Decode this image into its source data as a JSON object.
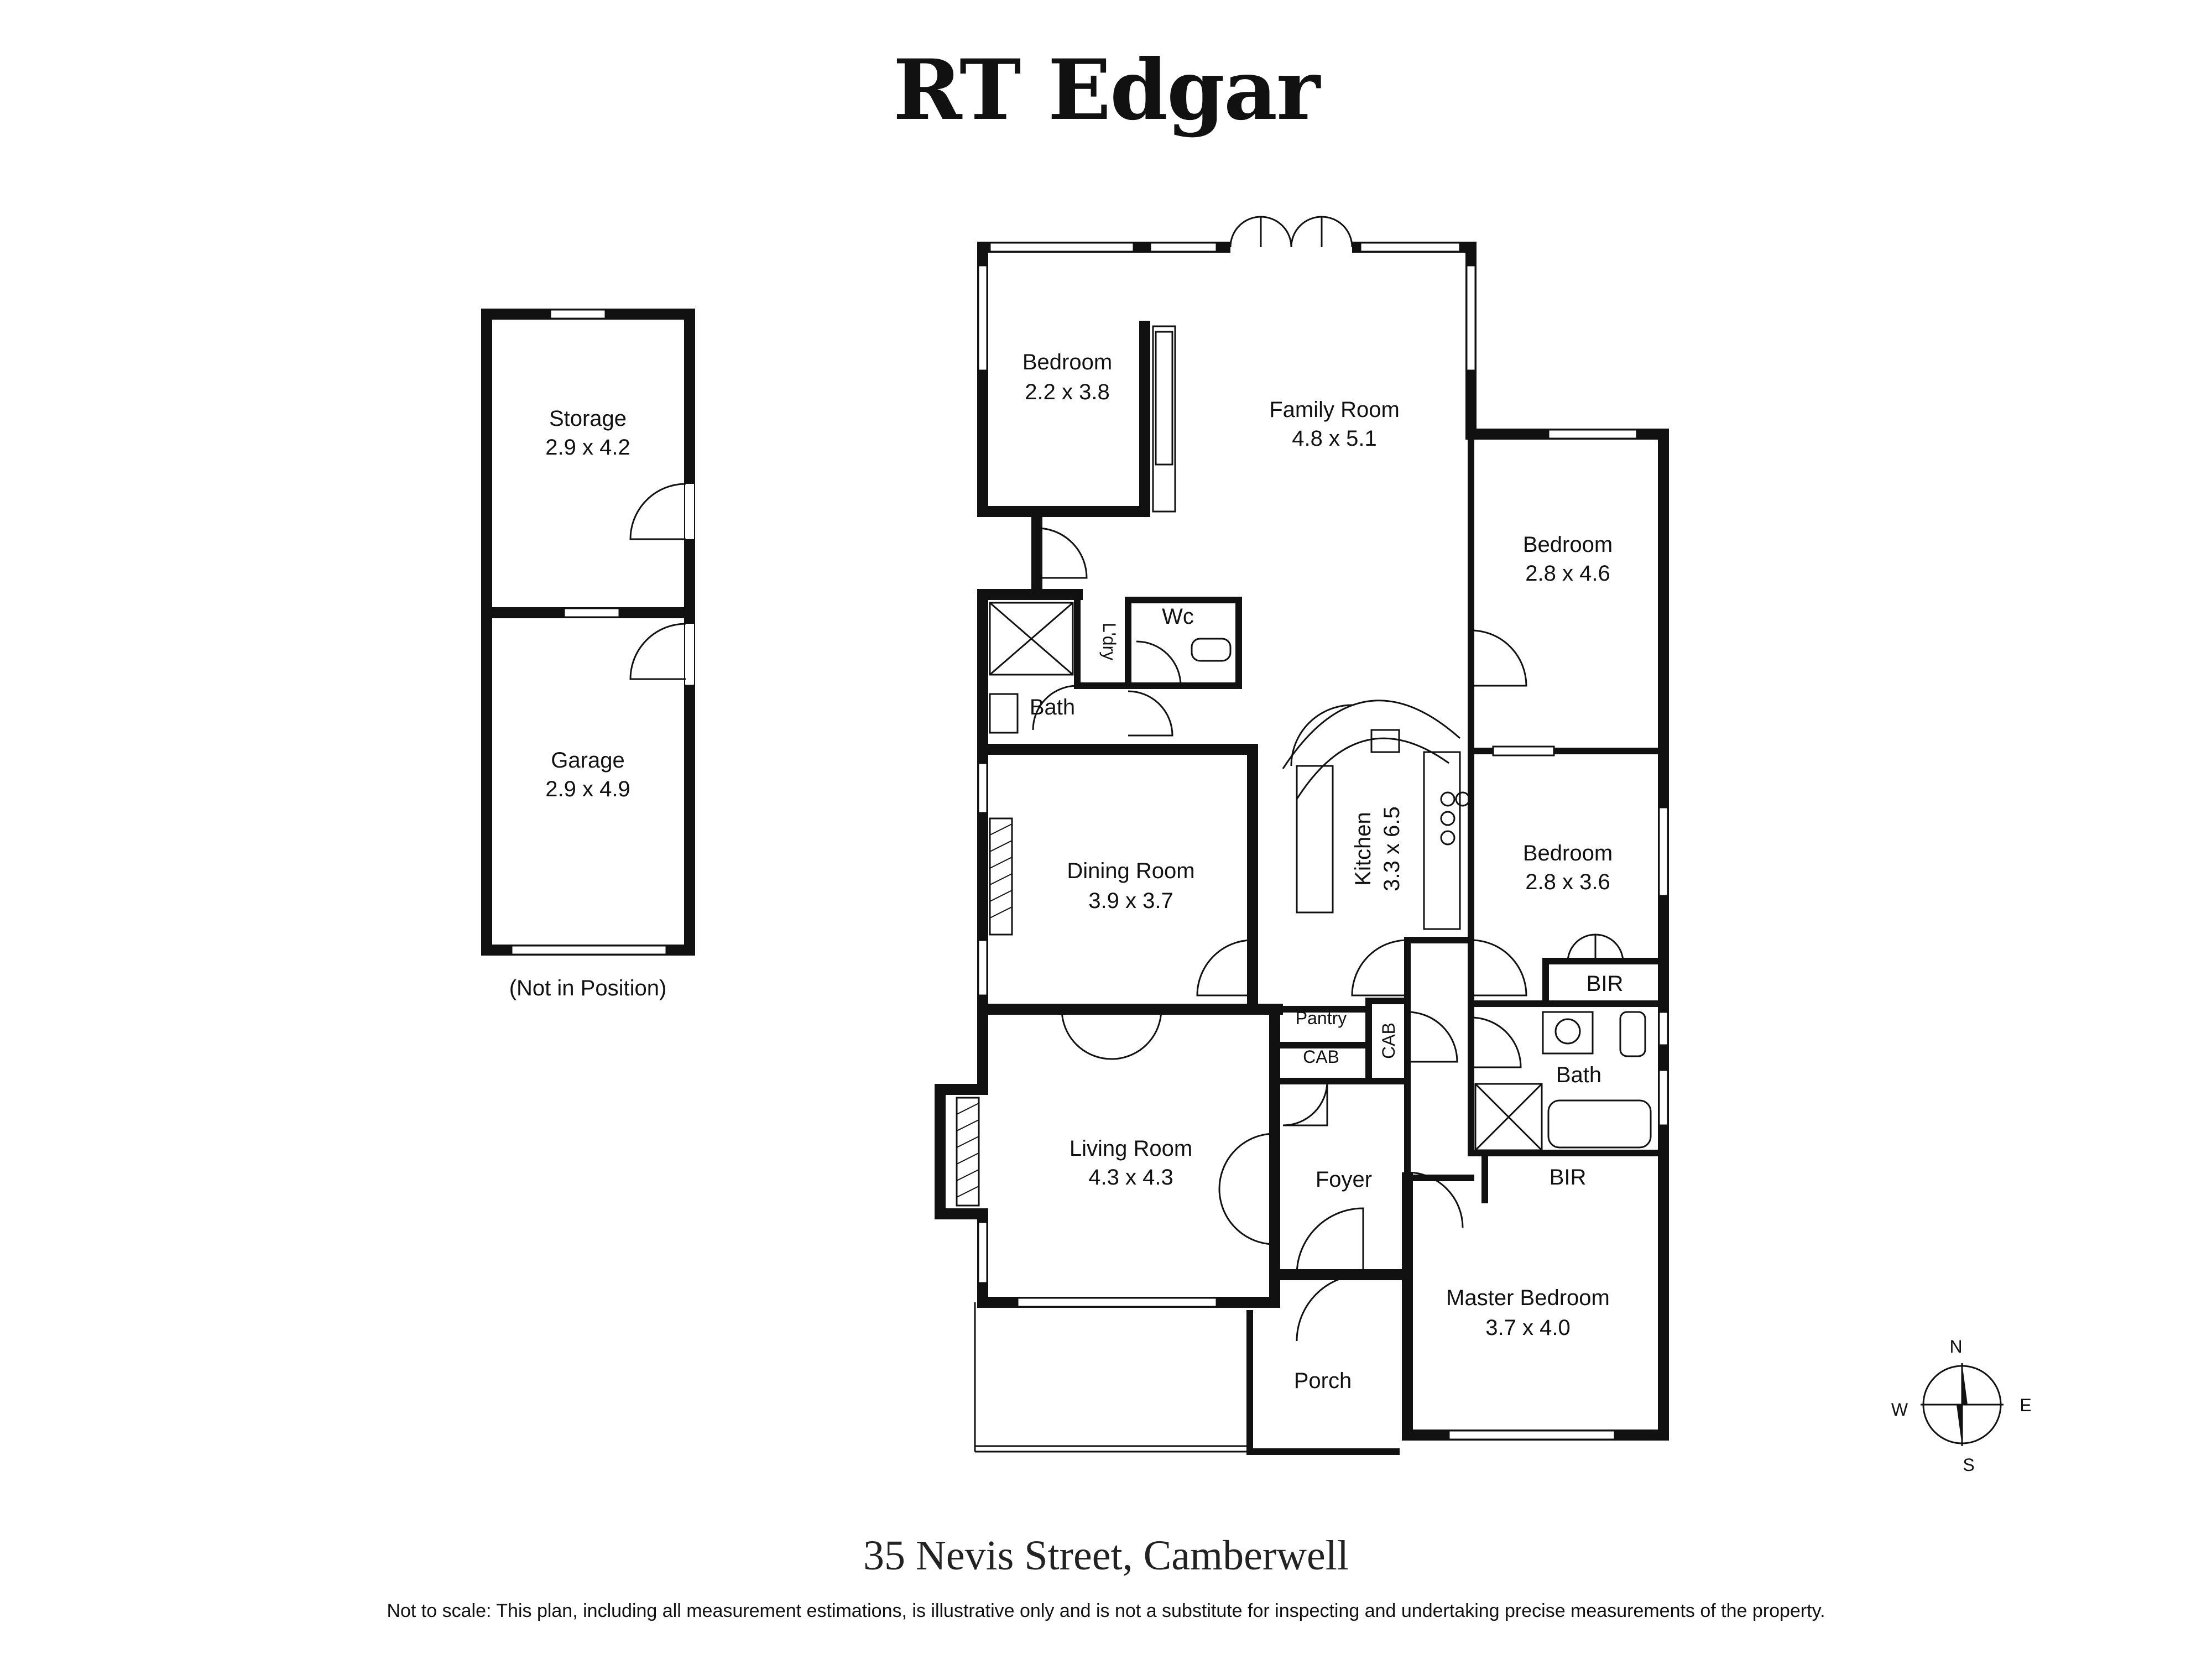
{
  "brand": "RT Edgar",
  "address": "35 Nevis Street, Camberwell",
  "disclaimer": "Not to scale: This plan, including all measurement estimations, is illustrative only and is not a substitute for inspecting and undertaking precise measurements of the property.",
  "outbuilding": {
    "storage": {
      "name": "Storage",
      "size": "2.9 x 4.2"
    },
    "garage": {
      "name": "Garage",
      "size": "2.9 x 4.9"
    },
    "note": "(Not in Position)"
  },
  "rooms": {
    "bedroom_nw": {
      "name": "Bedroom",
      "size": "2.2 x 3.8"
    },
    "family": {
      "name": "Family Room",
      "size": "4.8 x 5.1"
    },
    "bedroom_e1": {
      "name": "Bedroom",
      "size": "2.8 x 4.6"
    },
    "bedroom_e2": {
      "name": "Bedroom",
      "size": "2.8 x 3.6"
    },
    "laundry": {
      "name": "L'dry"
    },
    "wc": {
      "name": "Wc"
    },
    "bath_w": {
      "name": "Bath"
    },
    "kitchen": {
      "name": "Kitchen",
      "size": "3.3 x 6.5"
    },
    "dining": {
      "name": "Dining Room",
      "size": "3.9 x 3.7"
    },
    "bir_1": {
      "name": "BIR"
    },
    "pantry": {
      "name": "Pantry"
    },
    "cab_1": {
      "name": "CAB"
    },
    "cab_2": {
      "name": "CAB"
    },
    "bath_e": {
      "name": "Bath"
    },
    "living": {
      "name": "Living Room",
      "size": "4.3 x 4.3"
    },
    "foyer": {
      "name": "Foyer"
    },
    "bir_2": {
      "name": "BIR"
    },
    "master": {
      "name": "Master Bedroom",
      "size": "3.7 x 4.0"
    },
    "porch": {
      "name": "Porch"
    }
  },
  "compass": {
    "n": "N",
    "e": "E",
    "s": "S",
    "w": "W"
  }
}
